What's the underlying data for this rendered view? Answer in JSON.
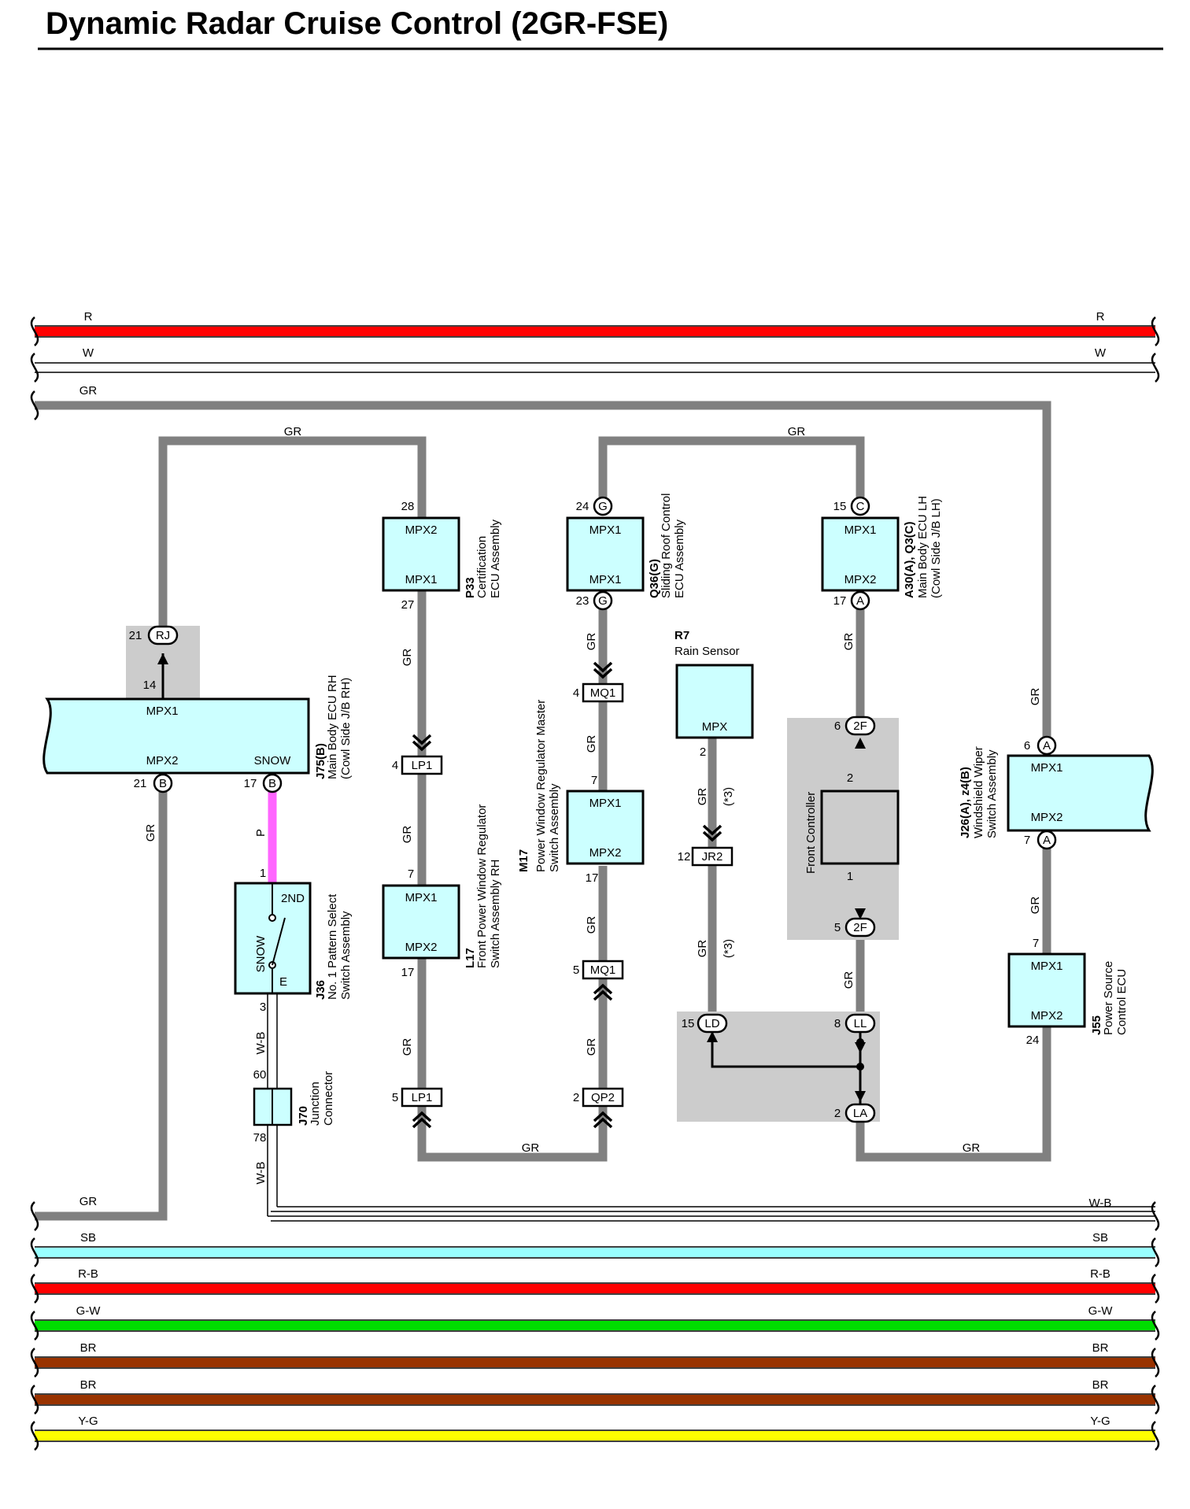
{
  "title": "Dynamic Radar Cruise Control (2GR-FSE)",
  "colors": {
    "R": "#ff0000",
    "W": "#ffffff",
    "GR": "#808080",
    "P": "#ff66ff",
    "W-B": "#ffffff",
    "SB": "#99ffff",
    "R-B": "#ff0000",
    "G-W": "#00dd00",
    "BR": "#993300",
    "Y-G": "#ffff00",
    "box_fill": "#ccffff",
    "shade": "#cccccc",
    "controller_fill": "#cccccc"
  },
  "top_buses": [
    "R",
    "W",
    "GR"
  ],
  "bottom_buses": [
    "W-B",
    "SB",
    "R-B",
    "G-W",
    "BR",
    "BR",
    "Y-G"
  ],
  "wire_labels": {
    "gr": "GR",
    "p": "P",
    "wb": "W-B",
    "gr3": "GR",
    "star3": "(*3)"
  },
  "components": {
    "j75": {
      "code": "J75(B)",
      "desc1": "Main Body ECU RH",
      "desc2": "(Cowl Side J/B RH)",
      "terms": [
        "MPX1",
        "MPX2",
        "SNOW"
      ],
      "pins": {
        "top": "14",
        "conn_top": "21",
        "conn_top_id": "RJ",
        "mpx2": "21",
        "mpx2_id": "B",
        "snow": "17",
        "snow_id": "B"
      }
    },
    "p33": {
      "code": "P33",
      "desc1": "Certification",
      "desc2": "ECU Assembly",
      "terms": [
        "MPX2",
        "MPX1"
      ],
      "pins": {
        "top": "28",
        "bottom": "27"
      }
    },
    "l17": {
      "code": "L17",
      "desc1": "Front Power Window Regulator",
      "desc2": "Switch Assembly RH",
      "terms": [
        "MPX1",
        "MPX2"
      ],
      "pins": {
        "top": "7",
        "bottom": "17"
      }
    },
    "q36": {
      "code": "Q36(G)",
      "desc1": "Sliding Roof Control",
      "desc2": "ECU Assembly",
      "terms": [
        "MPX1",
        "MPX1"
      ],
      "pins": {
        "top": "24",
        "top_id": "G",
        "bottom": "23",
        "bottom_id": "G"
      }
    },
    "m17": {
      "code": "M17",
      "desc1": "Power Window Regulator Master",
      "desc2": "Switch Assembly",
      "terms": [
        "MPX1",
        "MPX2"
      ],
      "pins": {
        "top": "7",
        "bottom": "17"
      }
    },
    "r7": {
      "code": "R7",
      "desc1": "Rain Sensor",
      "terms": [
        "MPX"
      ],
      "pins": {
        "bottom": "2"
      }
    },
    "a30": {
      "code": "A30(A), Q3(C)",
      "desc1": "Main Body ECU LH",
      "desc2": "(Cowl Side J/B LH)",
      "terms": [
        "MPX1",
        "MPX2"
      ],
      "pins": {
        "top": "15",
        "top_id": "C",
        "bottom": "17",
        "bottom_id": "A"
      }
    },
    "front": {
      "desc1": "Front Controller",
      "pins": {
        "top": "2",
        "bottom": "1"
      }
    },
    "j26": {
      "code": "J26(A), z4(B)",
      "desc1": "Windshield Wiper",
      "desc2": "Switch  Assembly",
      "terms": [
        "MPX1",
        "MPX2"
      ],
      "pins": {
        "top": "6",
        "top_id": "A",
        "bottom": "7",
        "bottom_id": "A"
      }
    },
    "j55": {
      "code": "J55",
      "desc1": "Power Source",
      "desc2": "Control ECU",
      "terms": [
        "MPX1",
        "MPX2"
      ],
      "pins": {
        "top": "7",
        "bottom": "24"
      }
    },
    "j36": {
      "code": "J36",
      "desc1": "No. 1 Pattern Select",
      "desc2": "Switch Assembly",
      "terms": [
        "2ND",
        "SNOW",
        "E"
      ],
      "pins": {
        "top": "1",
        "bottom": "3"
      }
    },
    "j70": {
      "code": "J70",
      "desc1": "Junction",
      "desc2": "Connector",
      "pins": {
        "top": "60",
        "bottom": "78"
      }
    }
  },
  "connectors": {
    "lp1_top": {
      "id": "LP1",
      "pin": "4"
    },
    "lp1_bot": {
      "id": "LP1",
      "pin": "5"
    },
    "mq1_top": {
      "id": "MQ1",
      "pin": "4"
    },
    "mq1_bot": {
      "id": "MQ1",
      "pin": "5"
    },
    "qp2": {
      "id": "QP2",
      "pin": "2"
    },
    "jr2": {
      "id": "JR2",
      "pin": "12"
    },
    "f2_top": {
      "id": "2F",
      "pin": "6"
    },
    "f2_bot": {
      "id": "2F",
      "pin": "5"
    },
    "ld": {
      "id": "LD",
      "pin": "15"
    },
    "ll": {
      "id": "LL",
      "pin": "8"
    },
    "la": {
      "id": "LA",
      "pin": "2"
    }
  }
}
